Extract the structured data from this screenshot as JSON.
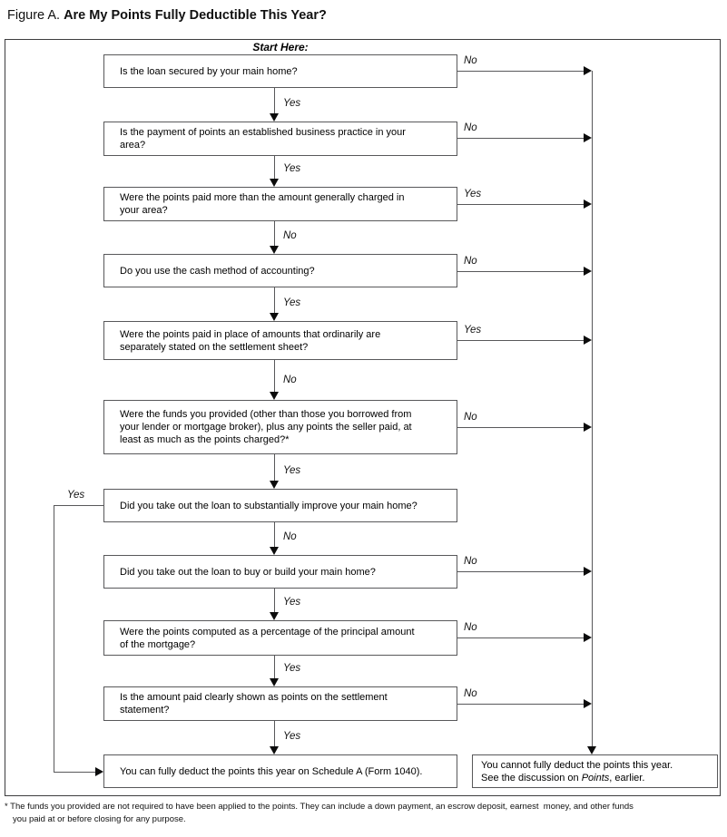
{
  "title": {
    "prefix": "Figure A. ",
    "main": "Are My Points Fully Deductible This Year?"
  },
  "flowchart": {
    "start_label": "Start Here:",
    "questions": [
      {
        "text": "Is the loan secured by your main home?",
        "down_label": "Yes",
        "side_label": "No",
        "side": "right"
      },
      {
        "text": "Is the payment of points an established business practice in your\narea?",
        "down_label": "Yes",
        "side_label": "No",
        "side": "right"
      },
      {
        "text": "Were the points paid more than the amount generally charged in\nyour area?",
        "down_label": "No",
        "side_label": "Yes",
        "side": "right"
      },
      {
        "text": "Do you use the cash method of accounting?",
        "down_label": "Yes",
        "side_label": "No",
        "side": "right"
      },
      {
        "text": "Were the points paid in place of amounts that ordinarily are\nseparately stated on the settlement sheet?",
        "down_label": "No",
        "side_label": "Yes",
        "side": "right"
      },
      {
        "text": "Were the funds you provided (other than those you borrowed from\nyour lender or mortgage broker), plus any points the seller paid, at\nleast as much as the points charged?*",
        "down_label": "Yes",
        "side_label": "No",
        "side": "right"
      },
      {
        "text": "Did you take out the loan to substantially improve your main home?",
        "down_label": "No",
        "side_label": "Yes",
        "side": "left"
      },
      {
        "text": "Did you take out the loan to buy or build your main home?",
        "down_label": "Yes",
        "side_label": "No",
        "side": "right"
      },
      {
        "text": "Were the points computed as a percentage of the principal amount\nof the mortgage?",
        "down_label": "Yes",
        "side_label": "No",
        "side": "right"
      },
      {
        "text": "Is the amount paid clearly shown as points on the settlement\nstatement?",
        "down_label": "Yes",
        "side_label": "No",
        "side": "right"
      }
    ],
    "results": {
      "deduct": "You can fully deduct the points this year on Schedule A (Form 1040).",
      "no_deduct_line1": "You cannot fully deduct the points this year.",
      "no_deduct_line2_prefix": "See the discussion on ",
      "no_deduct_points_word": "Points",
      "no_deduct_line2_suffix": ", earlier."
    }
  },
  "footnote": {
    "line1": "* The funds you provided are not required to have been applied to the points. They can include a down payment, an escrow deposit, earnest  money, and other funds",
    "line2": "you paid at or before closing for any purpose."
  }
}
